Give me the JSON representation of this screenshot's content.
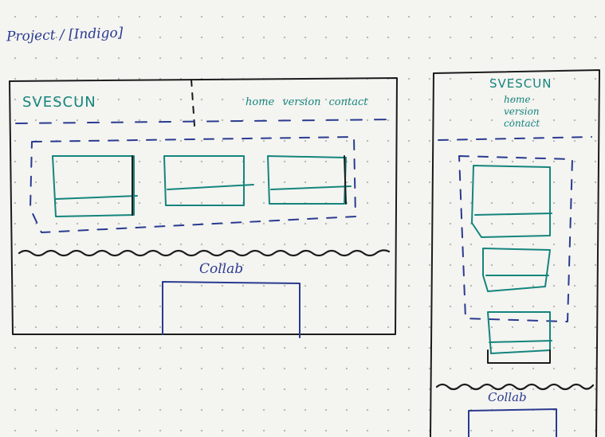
{
  "page": {
    "title": "Project / [Indigo]"
  },
  "desktop": {
    "logo": "SVESCUN",
    "nav": [
      "home",
      "version",
      "contact"
    ],
    "footer_label": "Collab"
  },
  "mobile": {
    "logo": "SVESCUN",
    "nav": [
      "home",
      "version",
      "contact"
    ],
    "footer_label": "Collab"
  },
  "colors": {
    "pen_black": "#1b1b1b",
    "pen_blue": "#2a3b8f",
    "pen_teal": "#14857c",
    "paper": "#f4f4f1",
    "dot_grid": "#b9b9b4"
  }
}
